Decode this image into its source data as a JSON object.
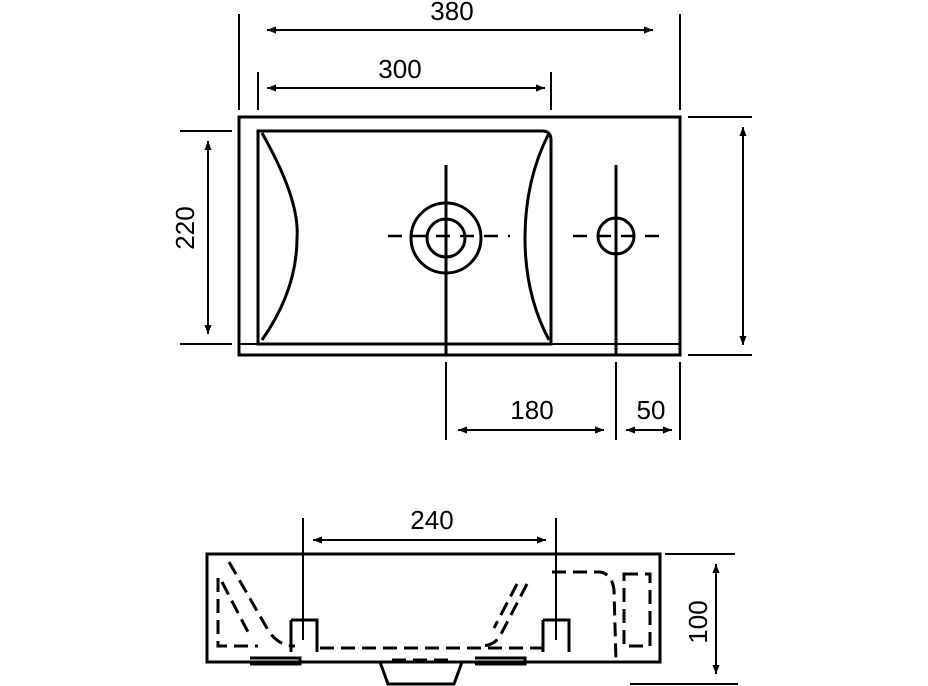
{
  "top_view": {
    "width_overall": "380",
    "width_basin": "300",
    "depth": "220",
    "drain_to_tap": "180",
    "tap_to_edge": "50"
  },
  "side_view": {
    "basin_inner_width": "240",
    "height": "100"
  }
}
